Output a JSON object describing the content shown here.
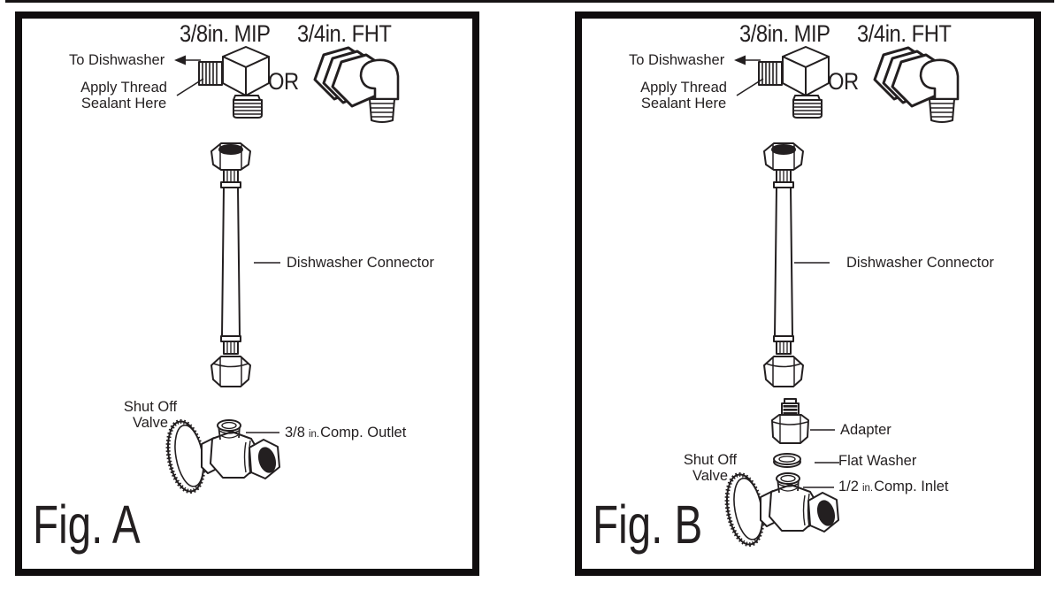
{
  "ink_color": "#231f20",
  "fig_a": {
    "caption": "Fig. A",
    "mip": "3/8in. MIP",
    "fht": "3/4in. FHT",
    "or_word": "OR",
    "to_dishwasher": "To Dishwasher",
    "apply_thread_1": "Apply Thread",
    "apply_thread_2": "Sealant Here",
    "connector": "Dishwasher Connector",
    "shut_off_1": "Shut Off",
    "shut_off_2": "Valve",
    "port_value": "3/8",
    "port_unit": "in.",
    "port_name": "Comp. Outlet"
  },
  "fig_b": {
    "caption": "Fig. B",
    "mip": "3/8in. MIP",
    "fht": "3/4in. FHT",
    "or_word": "OR",
    "to_dishwasher": "To Dishwasher",
    "apply_thread_1": "Apply Thread",
    "apply_thread_2": "Sealant Here",
    "connector": "Dishwasher Connector",
    "adapter": "Adapter",
    "flat_washer": "Flat Washer",
    "shut_off_1": "Shut Off",
    "shut_off_2": "Valve",
    "port_value": "1/2",
    "port_unit": "in.",
    "port_name": "Comp. Inlet"
  }
}
